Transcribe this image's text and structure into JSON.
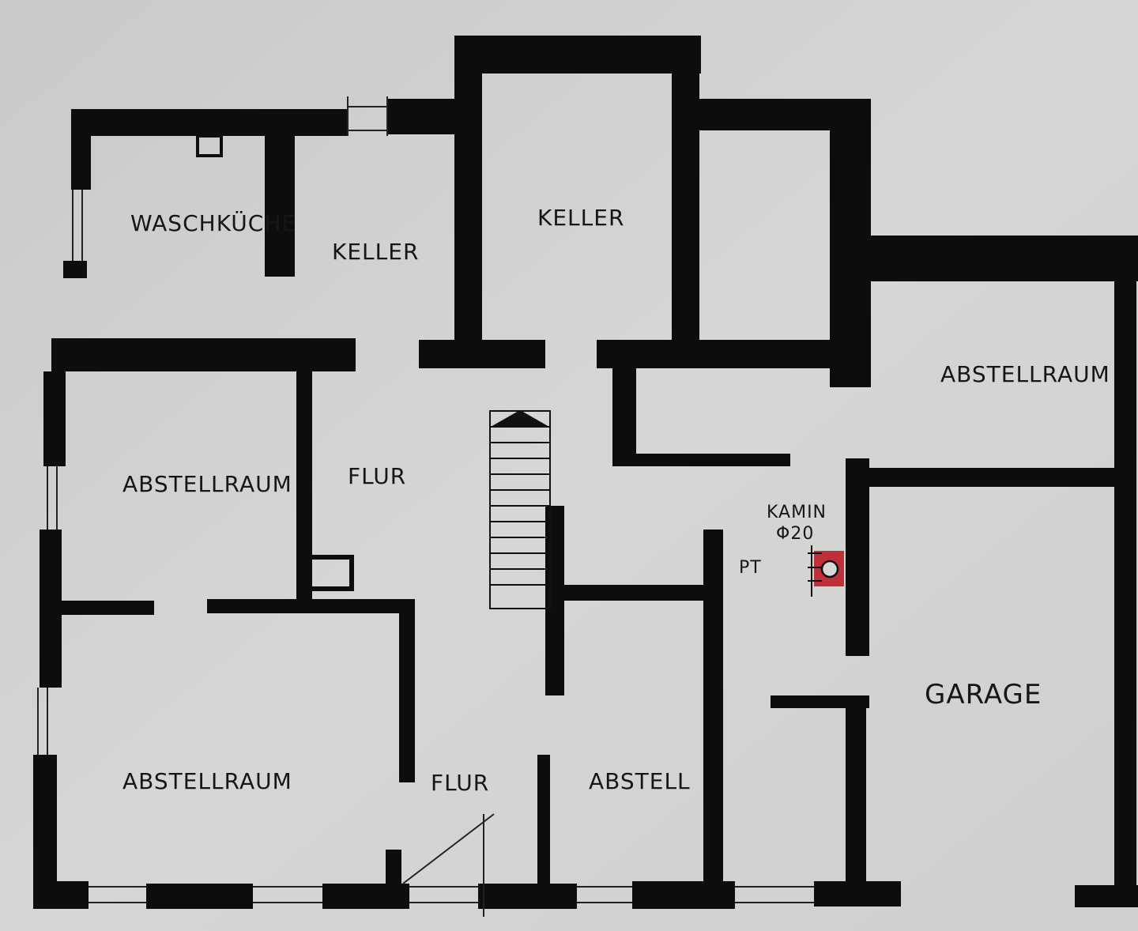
{
  "plan": {
    "colors": {
      "paper": "#d3d3d1",
      "wall": "#0d0d0d",
      "chimney": "#c0303a"
    },
    "rooms": {
      "waschkueche": "WASCHKÜCHE",
      "keller_left": "KELLER",
      "keller_mid": "KELLER",
      "abstellraum_right": "ABSTELLRAUM",
      "abstellraum_mid": "ABSTELLRAUM",
      "flur_upper": "FLUR",
      "abstellraum_bottom": "ABSTELLRAUM",
      "flur_lower": "FLUR",
      "abstell": "ABSTELL",
      "garage": "GARAGE"
    },
    "chimney": {
      "label": "KAMIN",
      "size": "Φ20",
      "marker": "PT"
    }
  }
}
